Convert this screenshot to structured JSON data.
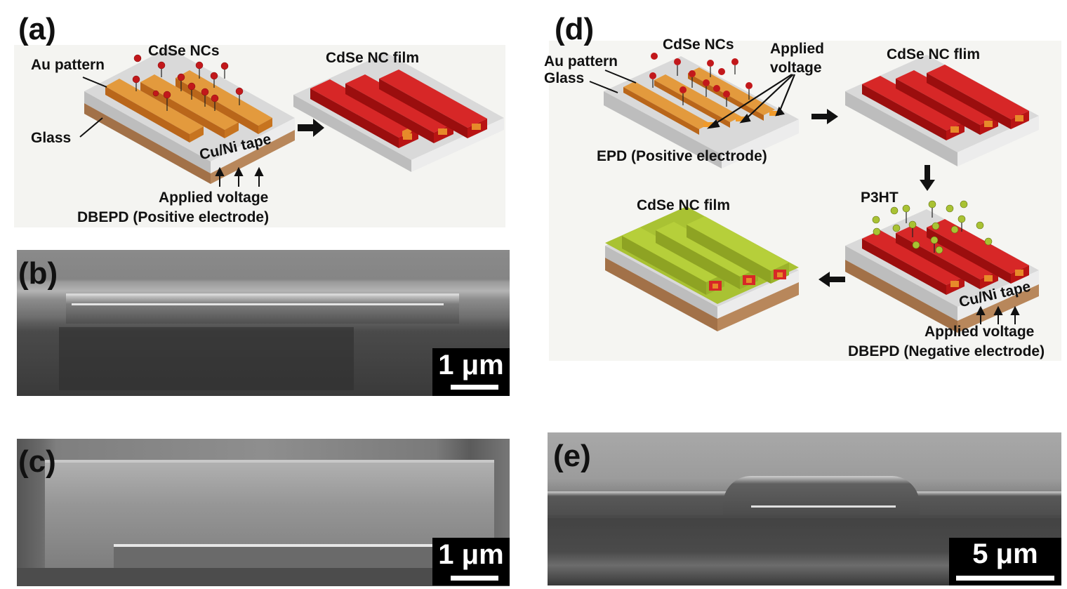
{
  "panels": {
    "a": {
      "letter": "(a)",
      "labels": {
        "au_pattern": "Au pattern",
        "cdse_ncs": "CdSe NCs",
        "glass": "Glass",
        "tape": "Cu/Ni tape",
        "film": "CdSe NC film",
        "voltage": "Applied voltage",
        "method": "DBEPD (Positive electrode)"
      }
    },
    "b": {
      "letter": "(b)",
      "scale": "1 μm"
    },
    "c": {
      "letter": "(c)",
      "scale": "1 μm"
    },
    "d": {
      "letter": "(d)",
      "labels": {
        "au_pattern": "Au pattern",
        "glass": "Glass",
        "cdse_ncs": "CdSe NCs",
        "applied": "Applied",
        "voltage_word": "voltage",
        "flim": "CdSe NC flim",
        "epd": "EPD (Positive electrode)",
        "p3ht": "P3HT",
        "film": "CdSe NC film",
        "tape": "Cu/Ni tape",
        "voltage": "Applied voltage",
        "method": "DBEPD (Negative electrode)"
      }
    },
    "e": {
      "letter": "(e)",
      "scale": "5 μm"
    }
  },
  "colors": {
    "au": "#e08a2a",
    "film": "#c81c1c",
    "glass": "#d6d6d6",
    "tape": "#b07a4a",
    "p3ht": "#a9c233",
    "np_red": "#c2181b"
  }
}
